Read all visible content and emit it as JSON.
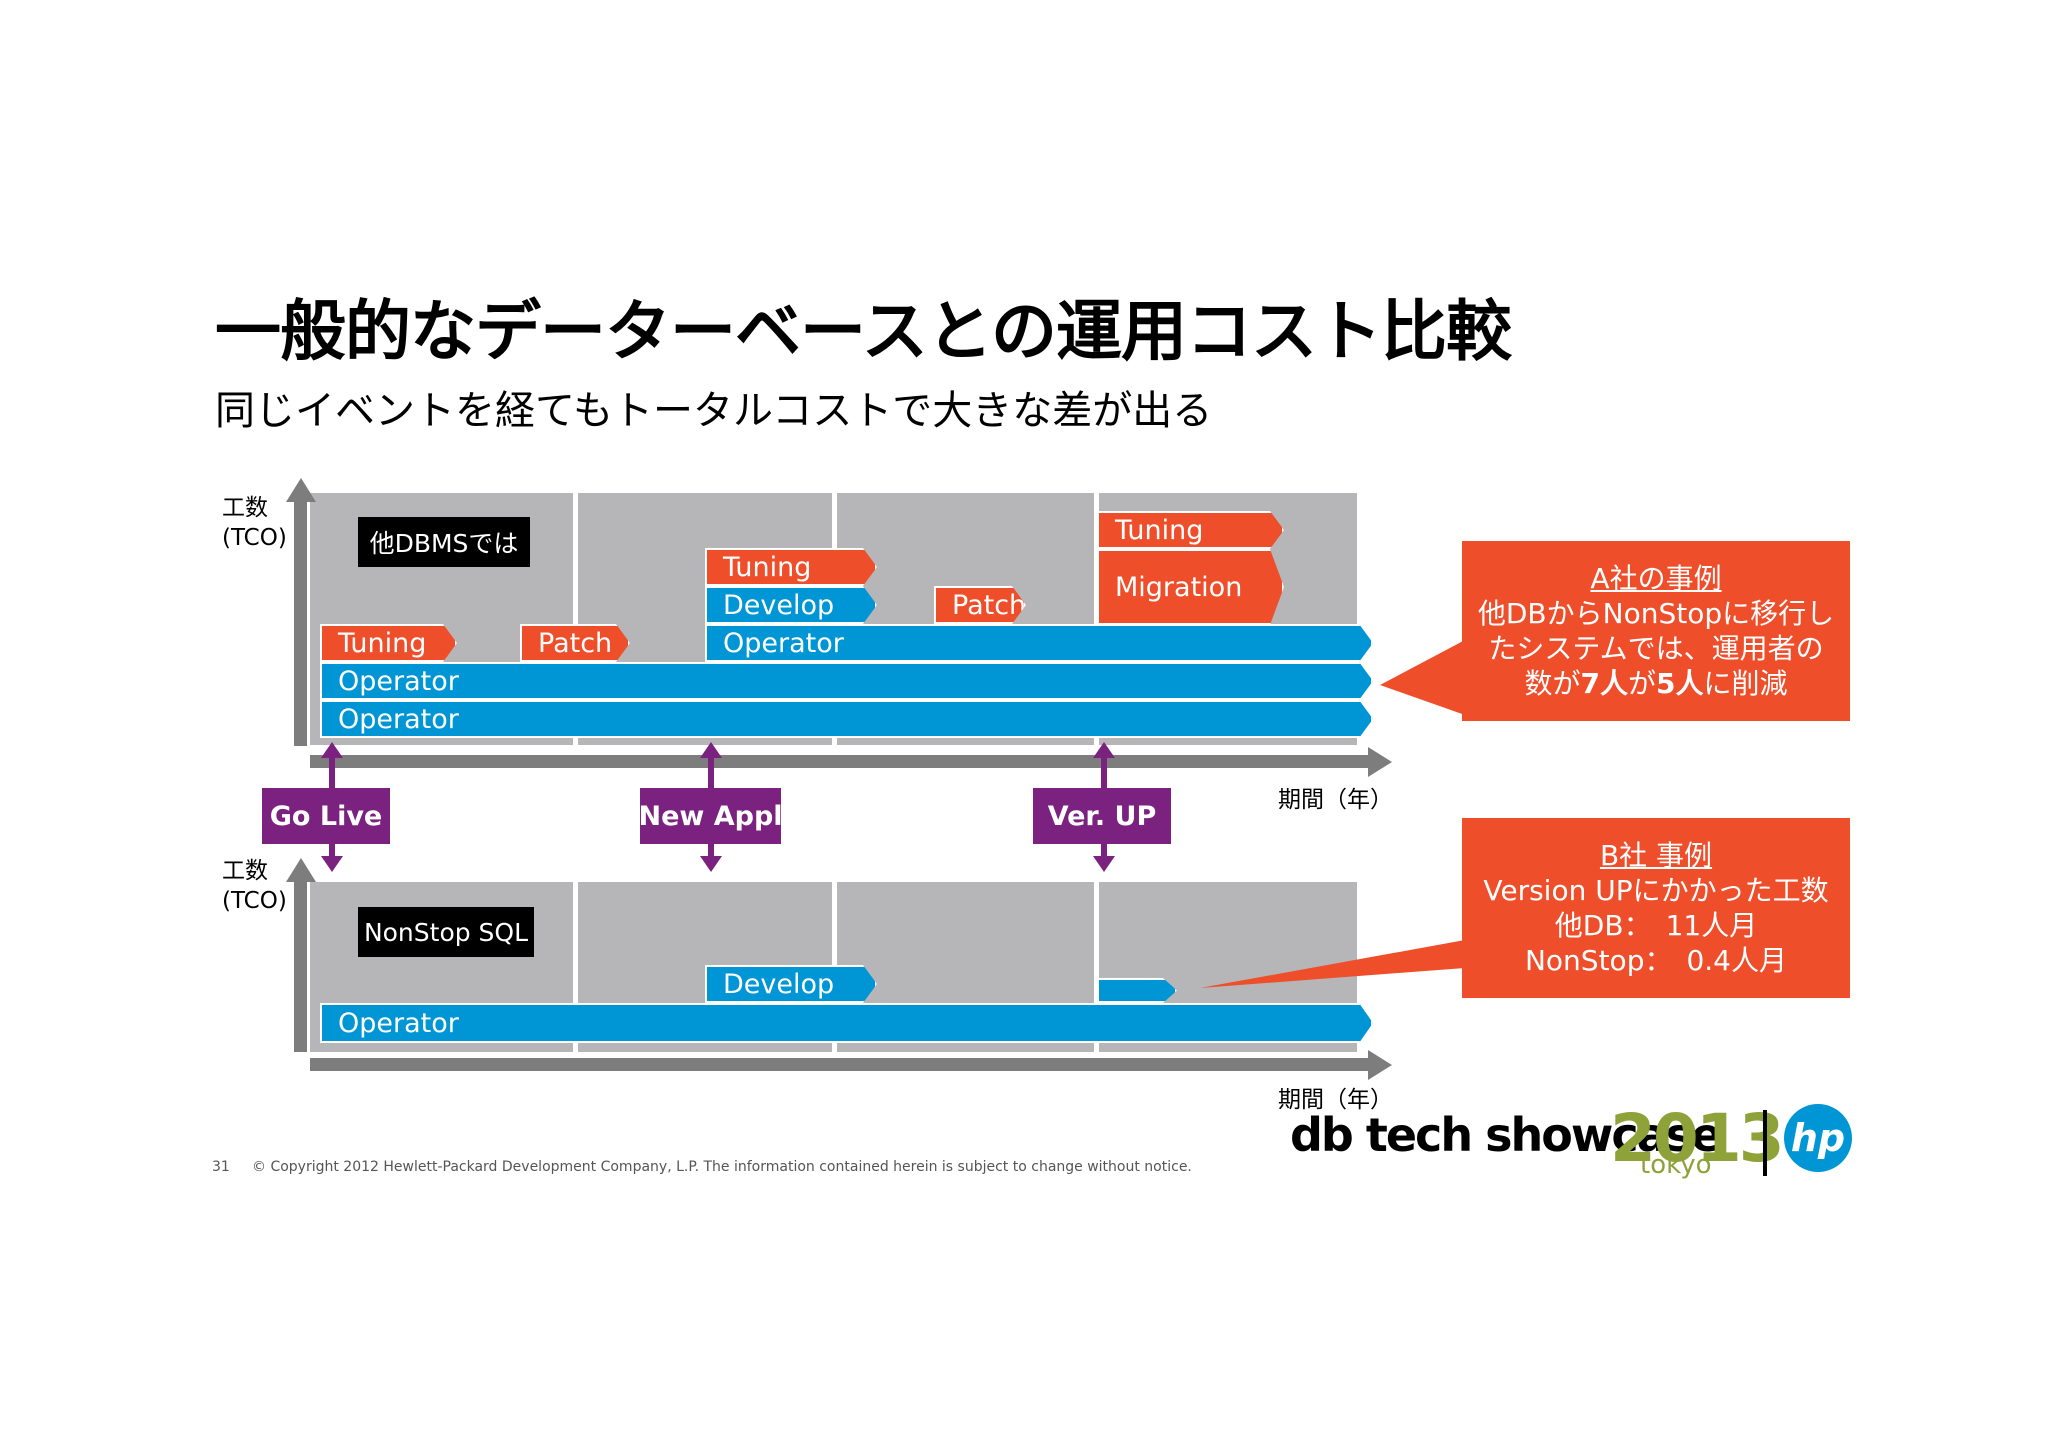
{
  "title": "一般的なデーターベースとの運用コスト比較",
  "subtitle": "同じイベントを経てもトータルコストで大きな差が出る",
  "top_chart": {
    "y_label_line1": "工数",
    "y_label_line2": "(TCO)",
    "x_label": "期間（年）",
    "tag": "他DBMSでは",
    "bars": {
      "tuning1": "Tuning",
      "patch1": "Patch",
      "tuning2": "Tuning",
      "develop": "Develop",
      "patch2": "Patch",
      "tuning3": "Tuning",
      "migration": "Migration",
      "operator1": "Operator",
      "operator2": "Operator",
      "operator3": "Operator"
    }
  },
  "bottom_chart": {
    "y_label_line1": "工数",
    "y_label_line2": "(TCO)",
    "x_label": "期間（年）",
    "tag": "NonStop SQL",
    "bars": {
      "develop": "Develop",
      "operator": "Operator"
    }
  },
  "events": [
    "Go Live",
    "New Appl",
    "Ver. UP"
  ],
  "callout_a": {
    "heading": "A社の事例",
    "line1": "他DBからNonStopに移行し",
    "line2": "たシステムでは、運用者の",
    "line3_pre": "数が",
    "line3_b1": "7人",
    "line3_mid": "が",
    "line3_b2": "5人",
    "line3_post": "に削減"
  },
  "callout_b": {
    "heading": "B社 事例",
    "line1": "Version UPにかかった工数",
    "line2": "他DB：　11人月",
    "line3": "NonStop：　0.4人月"
  },
  "footer": {
    "page": "31",
    "copyright": "© Copyright 2012 Hewlett-Packard Development Company, L.P.  The information contained herein is subject to change without notice."
  },
  "logo": {
    "text": "db tech showcase",
    "year": "2013",
    "city": "tokyo",
    "hp": "hp"
  },
  "colors": {
    "blue": "#0096d6",
    "red": "#ef4e2b",
    "purple": "#7b2180",
    "panel": "#b6b6b8"
  }
}
